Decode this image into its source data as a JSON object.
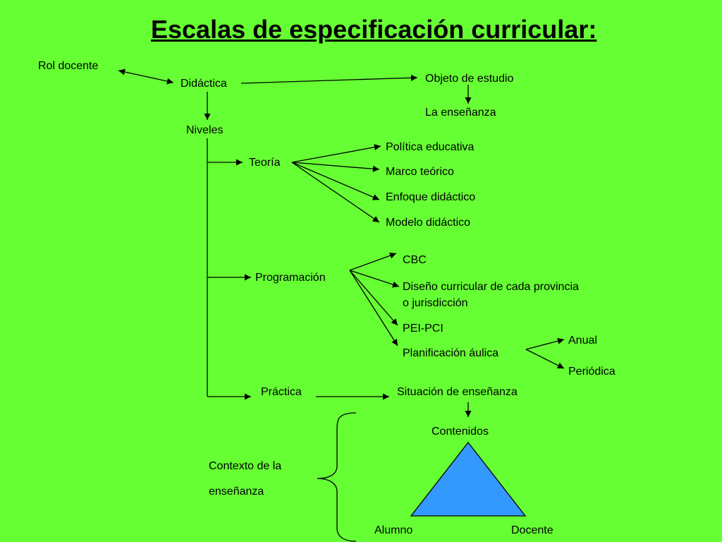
{
  "title": "Escalas de especificación curricular:",
  "nodes": {
    "rol_docente": "Rol docente",
    "didactica": "Didáctica",
    "objeto_estudio": "Objeto de estudio",
    "la_ensenanza": "La enseñanza",
    "niveles": "Niveles",
    "teoria": "Teoría",
    "politica_educativa": "Política educativa",
    "marco_teorico": "Marco teórico",
    "enfoque_didactico": "Enfoque didáctico",
    "modelo_didactico": "Modelo didáctico",
    "programacion": "Programación",
    "cbc": "CBC",
    "diseno_curricular_1": "Diseño curricular de cada provincia",
    "diseno_curricular_2": "o jurisdicción",
    "pei_pci": "PEI-PCI",
    "planificacion_aulica": "Planificación áulica",
    "anual": "Anual",
    "periodica": "Periódica",
    "practica": "Práctica",
    "situacion_ensenanza": "Situación de enseñanza",
    "contenidos": "Contenidos",
    "contexto_1": "Contexto de la",
    "contexto_2": "enseñanza",
    "alumno": "Alumno",
    "docente": "Docente"
  },
  "colors": {
    "background": "#66ff33",
    "triangle_fill": "#3399ff",
    "line": "#000000"
  }
}
